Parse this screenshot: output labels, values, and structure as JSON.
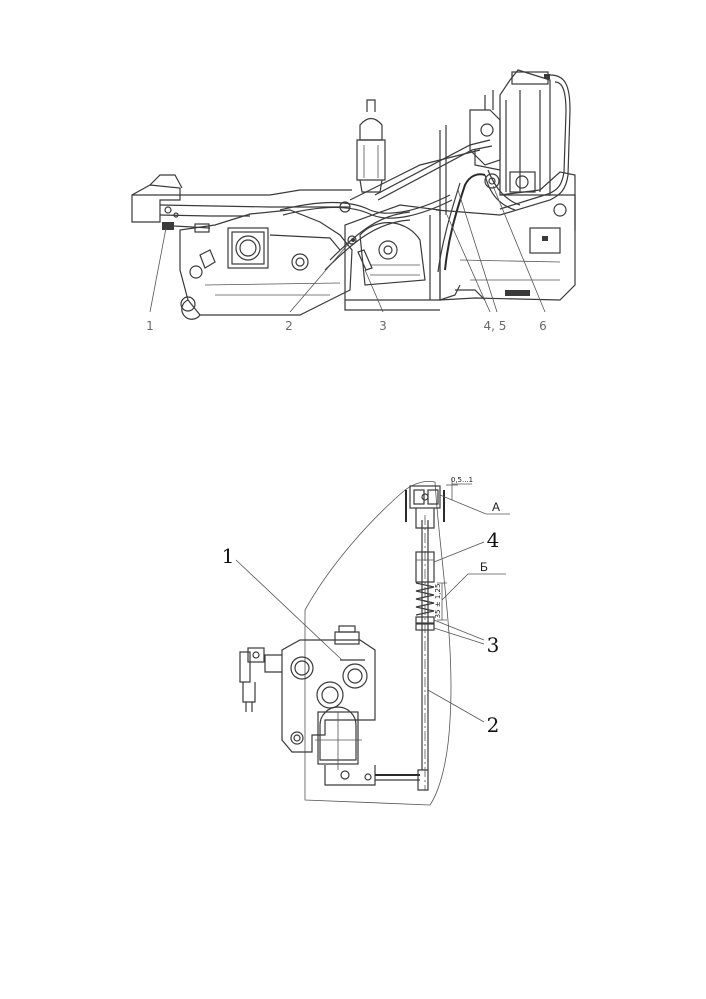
{
  "top_diagram": {
    "callouts": [
      "1",
      "2",
      "3",
      "4, 5",
      "6"
    ]
  },
  "bottom_diagram": {
    "callouts": [
      "1",
      "4",
      "3",
      "2"
    ],
    "view_letters": [
      "А",
      "Б"
    ],
    "dimensions": [
      "0,5...1",
      "35 ± 1,25"
    ]
  }
}
